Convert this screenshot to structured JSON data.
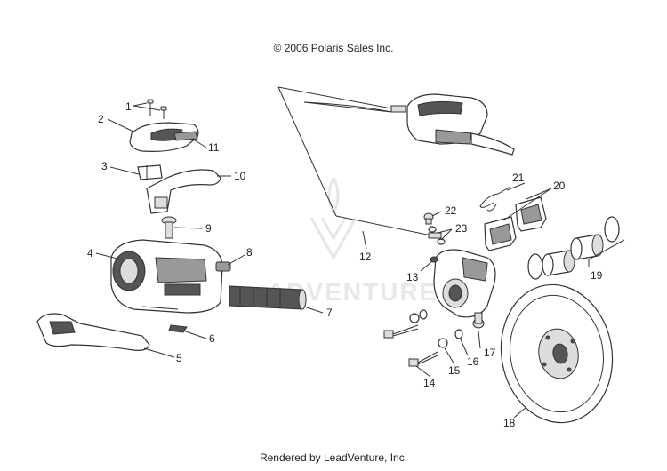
{
  "header": {
    "copyright": "© 2006 Polaris Sales Inc."
  },
  "footer": {
    "rendered_by": "Rendered by LeadVenture, Inc."
  },
  "watermark": {
    "text": "ADVENTURE"
  },
  "callouts": [
    {
      "id": "1",
      "label": "1"
    },
    {
      "id": "2",
      "label": "2"
    },
    {
      "id": "3",
      "label": "3"
    },
    {
      "id": "4",
      "label": "4"
    },
    {
      "id": "5",
      "label": "5"
    },
    {
      "id": "6",
      "label": "6"
    },
    {
      "id": "7",
      "label": "7"
    },
    {
      "id": "8",
      "label": "8"
    },
    {
      "id": "9",
      "label": "9"
    },
    {
      "id": "10",
      "label": "10"
    },
    {
      "id": "11",
      "label": "11"
    },
    {
      "id": "12",
      "label": "12"
    },
    {
      "id": "13",
      "label": "13"
    },
    {
      "id": "14",
      "label": "14"
    },
    {
      "id": "15",
      "label": "15"
    },
    {
      "id": "16",
      "label": "16"
    },
    {
      "id": "17",
      "label": "17"
    },
    {
      "id": "18",
      "label": "18"
    },
    {
      "id": "19",
      "label": "19"
    },
    {
      "id": "20",
      "label": "20"
    },
    {
      "id": "21",
      "label": "21"
    },
    {
      "id": "22",
      "label": "22"
    },
    {
      "id": "23",
      "label": "23"
    }
  ]
}
